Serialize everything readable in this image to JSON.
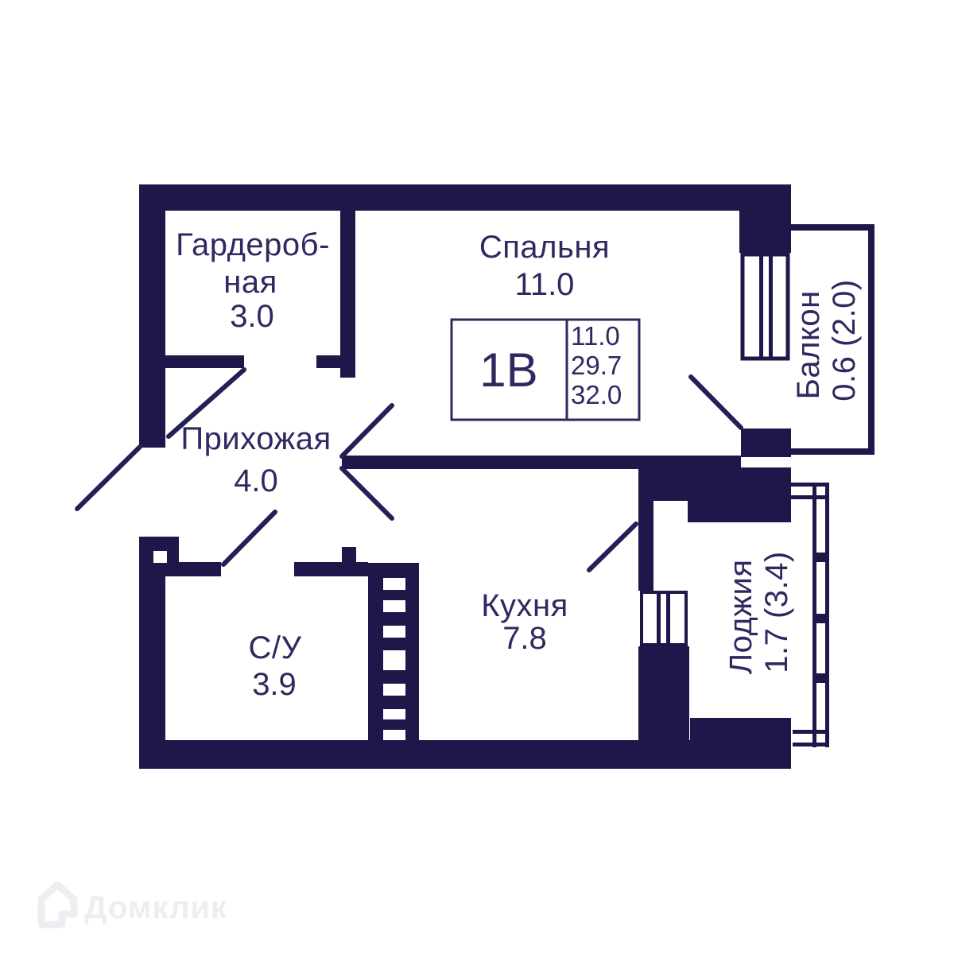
{
  "meta": {
    "type": "apartment-floor-plan"
  },
  "colors": {
    "wall": "#1e184a",
    "text": "#2e2960",
    "line": "#232058",
    "background": "#ffffff",
    "watermark": "#eeedf1"
  },
  "unit_info": {
    "unit_label": "1В",
    "values": [
      "11.0",
      "29.7",
      "32.0"
    ]
  },
  "rooms": {
    "wardrobe": {
      "name_line1": "Гардероб-",
      "name_line2": "ная",
      "area": "3.0"
    },
    "bedroom": {
      "name": "Спальня",
      "area": "11.0"
    },
    "hallway": {
      "name": "Прихожая",
      "area": "4.0"
    },
    "bathroom": {
      "name": "С/У",
      "area": "3.9"
    },
    "kitchen": {
      "name": "Кухня",
      "area": "7.8"
    },
    "balcony": {
      "name": "Балкон",
      "area": "0.6 (2.0)"
    },
    "loggia": {
      "name": "Лоджия",
      "area": "1.7 (3.4)"
    }
  },
  "watermark": {
    "brand": "Домклик"
  }
}
